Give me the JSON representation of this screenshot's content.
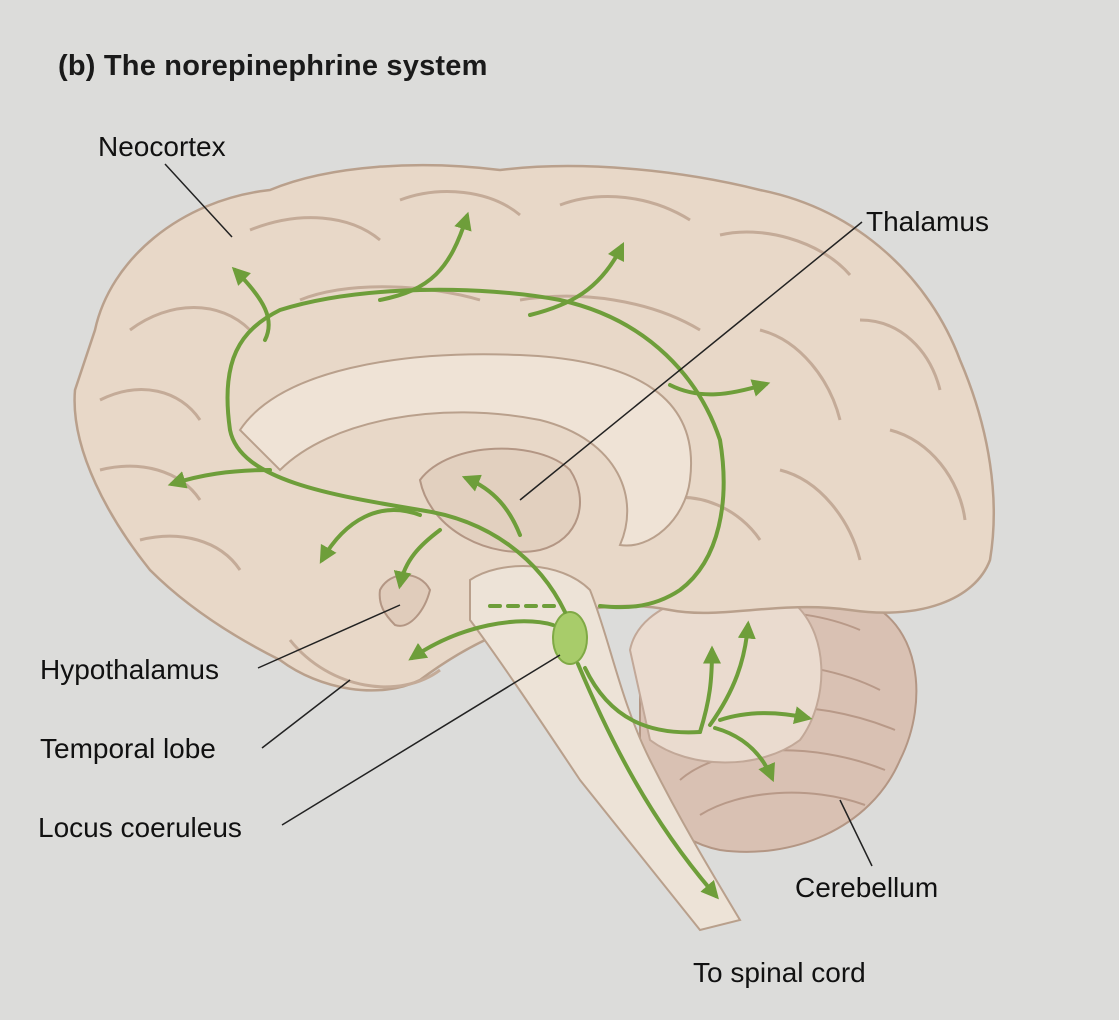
{
  "title": "(b) The norepinephrine system",
  "labels": {
    "neocortex": "Neocortex",
    "thalamus": "Thalamus",
    "hypothalamus": "Hypothalamus",
    "temporal_lobe": "Temporal lobe",
    "locus_coeruleus": "Locus coeruleus",
    "cerebellum": "Cerebellum",
    "spinal_cord": "To spinal cord"
  },
  "colors": {
    "background": "#dcdcda",
    "brain_fill": "#e8d8c8",
    "brain_shade": "#c9b29e",
    "pathway": "#6e9e3a",
    "locus_fill": "#a8cc6a",
    "leader_line": "#222222"
  }
}
